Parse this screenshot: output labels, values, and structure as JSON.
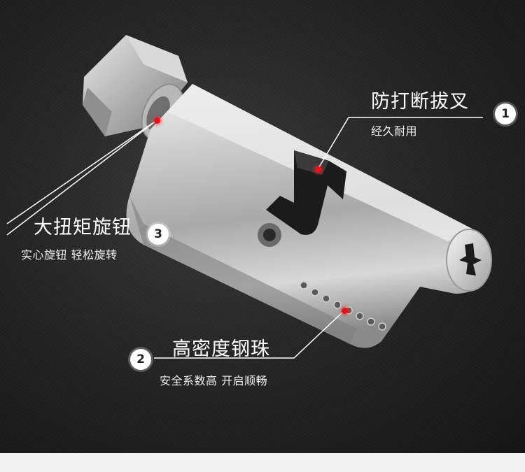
{
  "callouts": [
    {
      "number": "1",
      "title": "防打断拔叉",
      "subtitle": "经久耐用"
    },
    {
      "number": "2",
      "title": "高密度钢珠",
      "subtitle": "安全系数高 开启顺畅"
    },
    {
      "number": "3",
      "title": "大扭矩旋钮",
      "subtitle": "实心旋钮 轻松旋转"
    }
  ],
  "colors": {
    "marker": "#e0161c",
    "badge": "#ffffff",
    "background": "#262626"
  }
}
